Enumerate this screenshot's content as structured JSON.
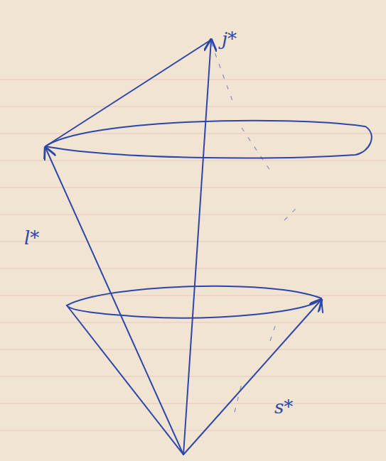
{
  "diagram": {
    "labels": [
      "j*",
      "l*",
      "s*"
    ]
  }
}
